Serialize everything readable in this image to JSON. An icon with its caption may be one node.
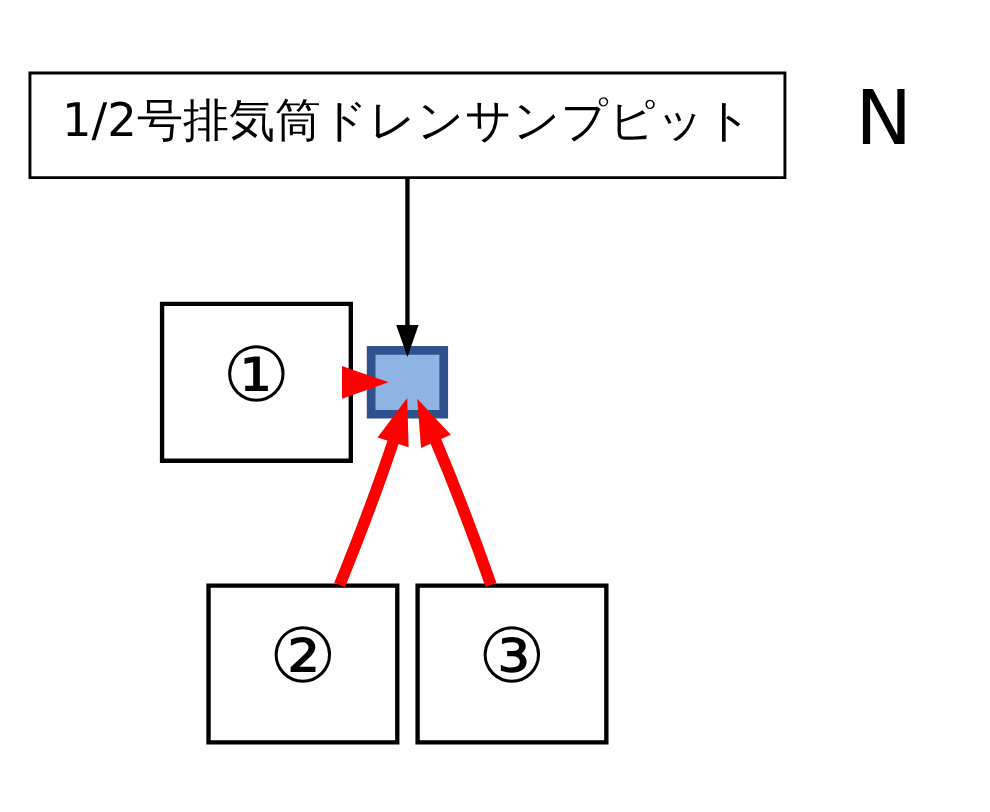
{
  "diagram": {
    "nodes": [
      {
        "text": [
          "1/2号排気筒ドレンサンプピット"
        ]
      },
      {
        "text": [],
        "shape": "box"
      },
      {
        "text": [
          "①"
        ]
      },
      {
        "text": [
          "②"
        ]
      },
      {
        "text": [
          "③"
        ]
      }
    ],
    "edges": [
      {
        "from": 0,
        "to": 1,
        "arrow": "to",
        "color": "#000000"
      },
      {
        "from": 2,
        "to": 1,
        "arrow": "to"
      },
      {
        "from": 3,
        "to": 1,
        "arrow": "to"
      },
      {
        "from": 4,
        "to": 1,
        "arrow": "to"
      }
    ],
    "labels": [
      "N"
    ]
  }
}
